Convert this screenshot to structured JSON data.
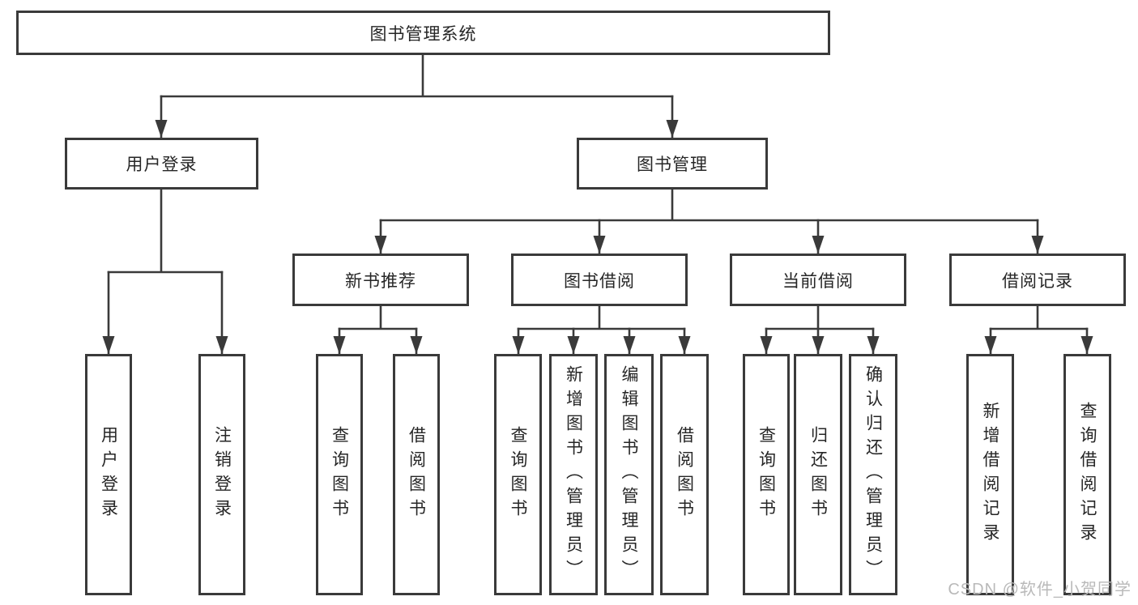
{
  "colors": {
    "box_border": "#3a3a3a",
    "connector_line": "#3a3a3a",
    "text": "#262626",
    "box_fill": "#ffffff",
    "background": "#ffffff",
    "watermark": "#b9b9b9"
  },
  "tree": {
    "root": {
      "label": "图书管理系统"
    },
    "branches": [
      {
        "label": "用户登录",
        "children": [
          {
            "label": "用户登录"
          },
          {
            "label": "注销登录"
          }
        ]
      },
      {
        "label": "图书管理",
        "children": [
          {
            "label": "新书推荐",
            "children": [
              {
                "label": "查询图书"
              },
              {
                "label": "借阅图书"
              }
            ]
          },
          {
            "label": "图书借阅",
            "children": [
              {
                "label": "查询图书"
              },
              {
                "label": "新增图书（管理员）"
              },
              {
                "label": "编辑图书（管理员）"
              },
              {
                "label": "借阅图书"
              }
            ]
          },
          {
            "label": "当前借阅",
            "children": [
              {
                "label": "查询图书"
              },
              {
                "label": "归还图书"
              },
              {
                "label": "确认归还（管理员）"
              }
            ]
          },
          {
            "label": "借阅记录",
            "children": [
              {
                "label": "新增借阅记录"
              },
              {
                "label": "查询借阅记录"
              }
            ]
          }
        ]
      }
    ]
  },
  "watermark": {
    "text": "CSDN @软件_小贺同学"
  }
}
